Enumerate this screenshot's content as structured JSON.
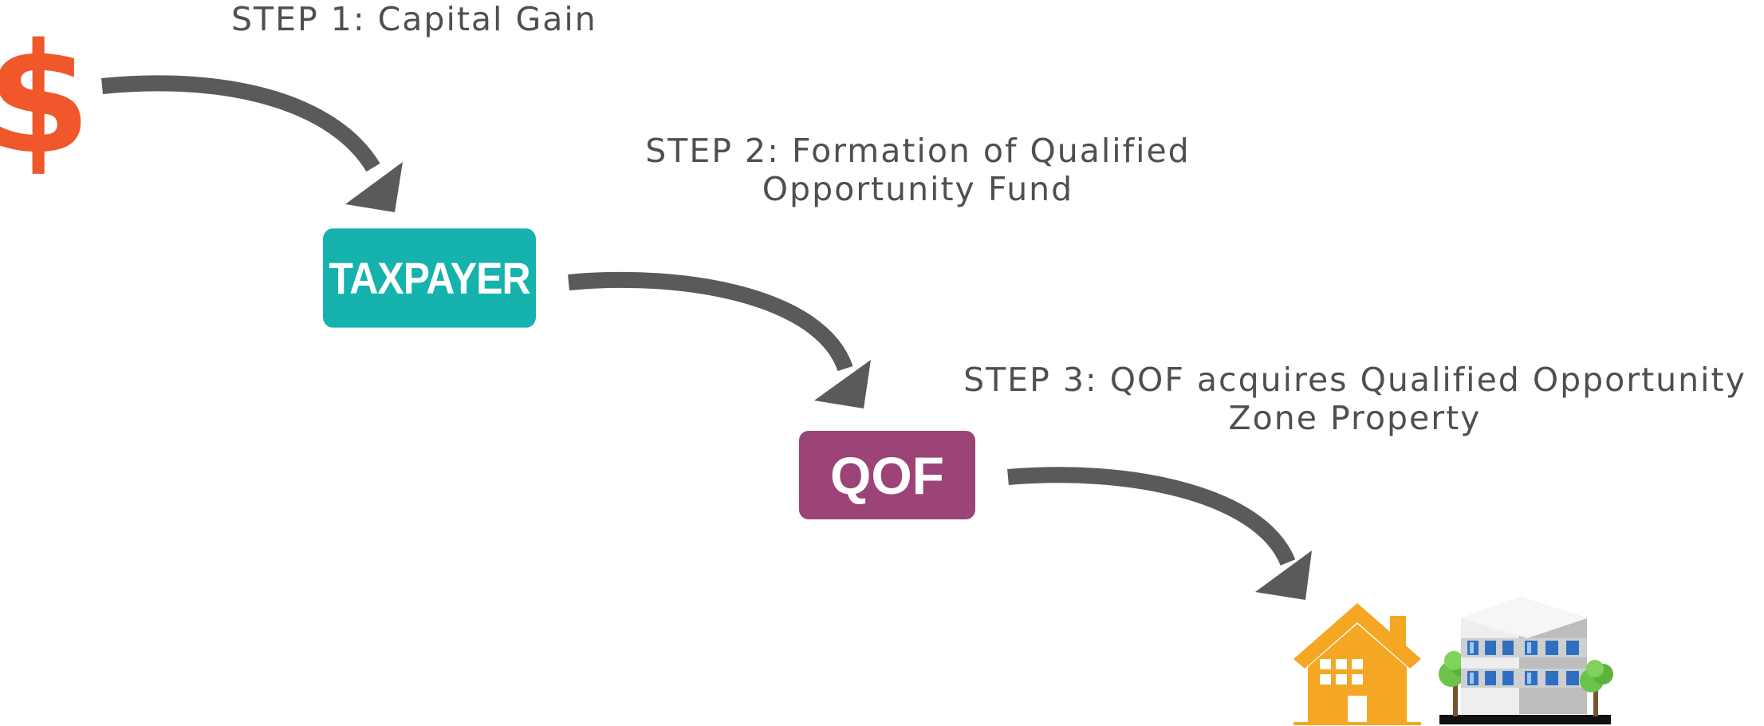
{
  "steps": [
    {
      "line1": "STEP 1: Capital Gain"
    },
    {
      "line1": "STEP 2: Formation of Qualified",
      "line2": "Opportunity Fund"
    },
    {
      "line1": "STEP 3: QOF acquires Qualified Opportunity",
      "line2": "Zone Property"
    }
  ],
  "nodes": {
    "dollar": {
      "symbol": "$",
      "color": "#f0572a"
    },
    "taxpayer": {
      "label": "TAXPAYER",
      "color": "#16b2ad"
    },
    "qof": {
      "label": "QOF",
      "color": "#9c4377"
    },
    "house": {
      "icon": "house-icon",
      "color": "#f5a623"
    },
    "building": {
      "icon": "office-building-icon"
    }
  },
  "arrow_color": "#5a5a5a",
  "text_color": "#4f4f4f"
}
